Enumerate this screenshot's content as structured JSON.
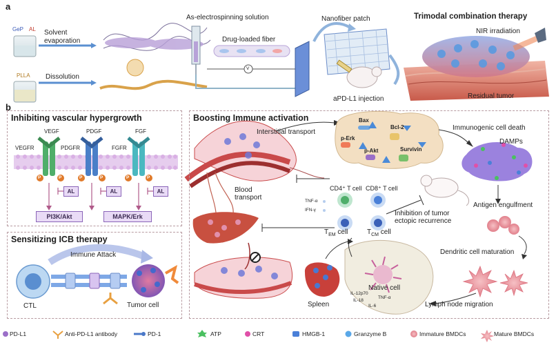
{
  "panel_labels": {
    "a": "a",
    "b": "b"
  },
  "panel_a": {
    "gep": "GeP",
    "al": "AL",
    "plla": "PLLA",
    "solvent_evaporation": "Solvent\nevaporation",
    "dissolution": "Dissolution",
    "electrospinning_solution": "As-electrospinning solution",
    "drug_loaded_fiber": "Drug-loaded fiber",
    "voltage": "V",
    "nanofiber_patch": "Nanofiber patch",
    "apdl1_injection": "aPD-L1 injection",
    "trimodal_title": "Trimodal combination therapy",
    "nir_irradiation": "NIR irradiation",
    "residual_tumor": "Residual tumor"
  },
  "panel_b": {
    "vascular": {
      "title": "Inhibiting vascular hypergrowth",
      "vegf": "VEGF",
      "pdgf": "PDGF",
      "fgf": "FGF",
      "vegfr": "VEGFR",
      "pdgfr": "PDGFR",
      "fgfr": "FGFR",
      "p": "P",
      "al": "AL",
      "pi3k": "PI3K/Akt",
      "mapk": "MAPK/Erk"
    },
    "icb": {
      "title": "Sensitizing ICB therapy",
      "immune_attack": "Immune Attack",
      "ctl": "CTL",
      "tumor_cell": "Tumor cell"
    },
    "immune": {
      "title": "Boosting Immune activation",
      "interstitial_transport": "Interstitial transport",
      "bax": "Bax",
      "bcl2": "Bcl-2",
      "perk": "p-Erk",
      "survivin": "Survivin",
      "pakt": "p-Akt",
      "immunogenic_cell_death": "Immunogenic cell death",
      "damps": "DAMPs",
      "blood_transport": "Blood\ntransport",
      "cd4": "CD4⁺ T cell",
      "cd8": "CD8⁺ T cell",
      "tnfa": "TNF-α",
      "ifng": "IFN-γ",
      "tem_cell": "T",
      "tem_sub": "EM",
      "tcm_sub": "CM",
      "cell_word": "cell",
      "inhibition": "Inhibition of tumor\nectopic recurrence",
      "antigen_engulfment": "Antigen engulfment",
      "dc_maturation": "Dendritic cell maturation",
      "lymph_node_migration": "Lymph node migration",
      "spleen": "Spleen",
      "native_cell": "Native cell",
      "il12": "IL-12p70",
      "tnfa2": "TNF-α",
      "il18": "IL-18",
      "il6": "IL-6"
    }
  },
  "legend": [
    {
      "label": "PD-L1",
      "icon": "pdl1-icon",
      "color": "#9b6fc8"
    },
    {
      "label": "Anti-PD-L1 antibody",
      "icon": "antibody-icon",
      "color": "#e8a040"
    },
    {
      "label": "PD-1",
      "icon": "pd1-icon",
      "color": "#4a78c8"
    },
    {
      "label": "ATP",
      "icon": "atp-icon",
      "color": "#4ac060"
    },
    {
      "label": "CRT",
      "icon": "crt-icon",
      "color": "#e050a8"
    },
    {
      "label": "HMGB-1",
      "icon": "hmgb1-icon",
      "color": "#4a80d8"
    },
    {
      "label": "Granzyme B",
      "icon": "granzyme-icon",
      "color": "#5aa8e8"
    },
    {
      "label": "Immature BMDCs",
      "icon": "immature-bmdc-icon",
      "color": "#e89aa8"
    },
    {
      "label": "Mature BMDCs",
      "icon": "mature-bmdc-icon",
      "color": "#e07080"
    }
  ],
  "colors": {
    "purple": "#8a64b8",
    "membrane": "#d9b8e6",
    "phospho": "#e07a2a",
    "receptor_green": "#4fae6a",
    "receptor_blue": "#4a7fc8",
    "receptor_teal": "#4bb8c0",
    "vessel": "#c94a4a",
    "liver": "#c85040"
  }
}
